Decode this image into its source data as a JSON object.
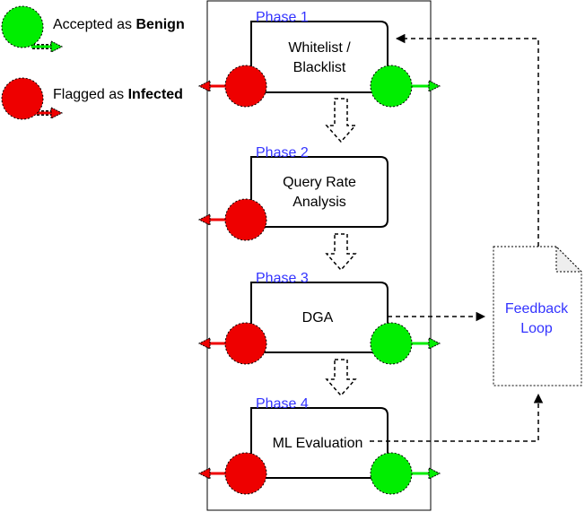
{
  "legend": {
    "benign": {
      "prefix": "Accepted as ",
      "bold": "Benign"
    },
    "infected": {
      "prefix": "Flagged as ",
      "bold": "Infected"
    }
  },
  "phases": [
    {
      "label": "Phase 1",
      "lines": [
        "Whitelist /",
        "Blacklist"
      ]
    },
    {
      "label": "Phase 2",
      "lines": [
        "Query Rate",
        "Analysis"
      ]
    },
    {
      "label": "Phase 3",
      "lines": [
        "DGA"
      ]
    },
    {
      "label": "Phase 4",
      "lines": [
        "ML Evaluation"
      ]
    }
  ],
  "feedback": {
    "lines": [
      "Feedback",
      "Loop"
    ]
  },
  "colors": {
    "benign": "#00ee00",
    "infected": "#ee0000",
    "phase_label": "#3333ff",
    "feedback_text": "#3333ff"
  }
}
